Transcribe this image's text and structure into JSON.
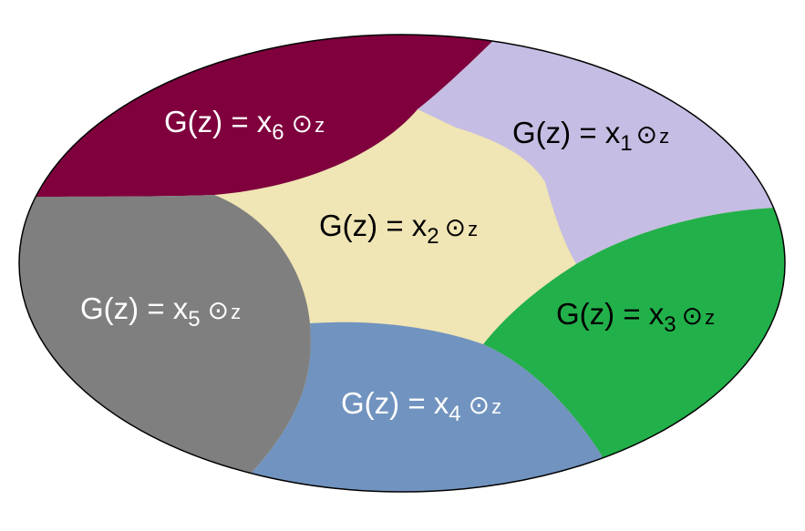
{
  "regions": [
    {
      "id": "x6",
      "color": "#7f003d",
      "text_color": "#ffffff",
      "prefix": "G(z) = x",
      "sub": "6",
      "op": "⊙",
      "var": "z"
    },
    {
      "id": "x1",
      "color": "#c5bde3",
      "text_color": "#000000",
      "prefix": "G(z) = x",
      "sub": "1",
      "op": "⊙",
      "var": "z"
    },
    {
      "id": "x2",
      "color": "#f0e5b4",
      "text_color": "#000000",
      "prefix": "G(z) = x",
      "sub": "2",
      "op": "⊙",
      "var": "z"
    },
    {
      "id": "x5",
      "color": "#7f7f7f",
      "text_color": "#ffffff",
      "prefix": "G(z) = x",
      "sub": "5",
      "op": "⊙",
      "var": "z"
    },
    {
      "id": "x3",
      "color": "#22b04a",
      "text_color": "#000000",
      "prefix": "G(z) = x",
      "sub": "3",
      "op": "⊙",
      "var": "z"
    },
    {
      "id": "x4",
      "color": "#7193bf",
      "text_color": "#ffffff",
      "prefix": "G(z) = x",
      "sub": "4",
      "op": "⊙",
      "var": "z"
    }
  ],
  "outline_color": "#000000"
}
